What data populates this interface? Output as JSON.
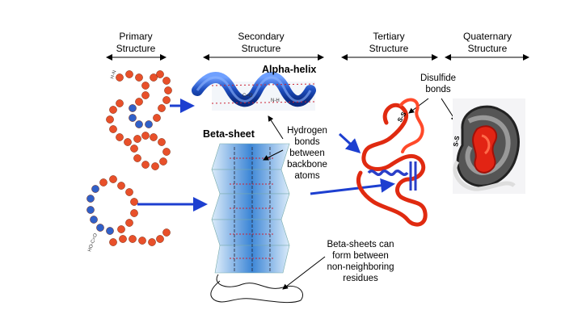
{
  "headers": {
    "primary": [
      "Primary",
      "Structure"
    ],
    "secondary": [
      "Secondary",
      "Structure"
    ],
    "tertiary": [
      "Tertiary",
      "Structure"
    ],
    "quaternary": [
      "Quaternary",
      "Structure"
    ]
  },
  "labels": {
    "alpha_helix": "Alpha-helix",
    "beta_sheet": "Beta-sheet",
    "hydrogen_bonds": [
      "Hydrogen",
      "bonds",
      "between",
      "backbone",
      "atoms"
    ],
    "disulfide_bonds": [
      "Disulfide",
      "bonds"
    ],
    "beta_note": [
      "Beta-sheets can",
      "form between",
      "non-neighboring",
      "residues"
    ],
    "ss_1": "S-S",
    "ss_2": "S-S"
  },
  "chain_labels": {
    "n_terminus": "H-N",
    "c_terminus": "HO-C=O"
  },
  "colors": {
    "residue_red": "#e8502a",
    "residue_blue": "#3060c8",
    "arrow_blue": "#1d3fd0",
    "helix_blue": "#1f4fc0",
    "sheet_blue": "#4a90d8",
    "ribbon_red": "#e02a10"
  }
}
